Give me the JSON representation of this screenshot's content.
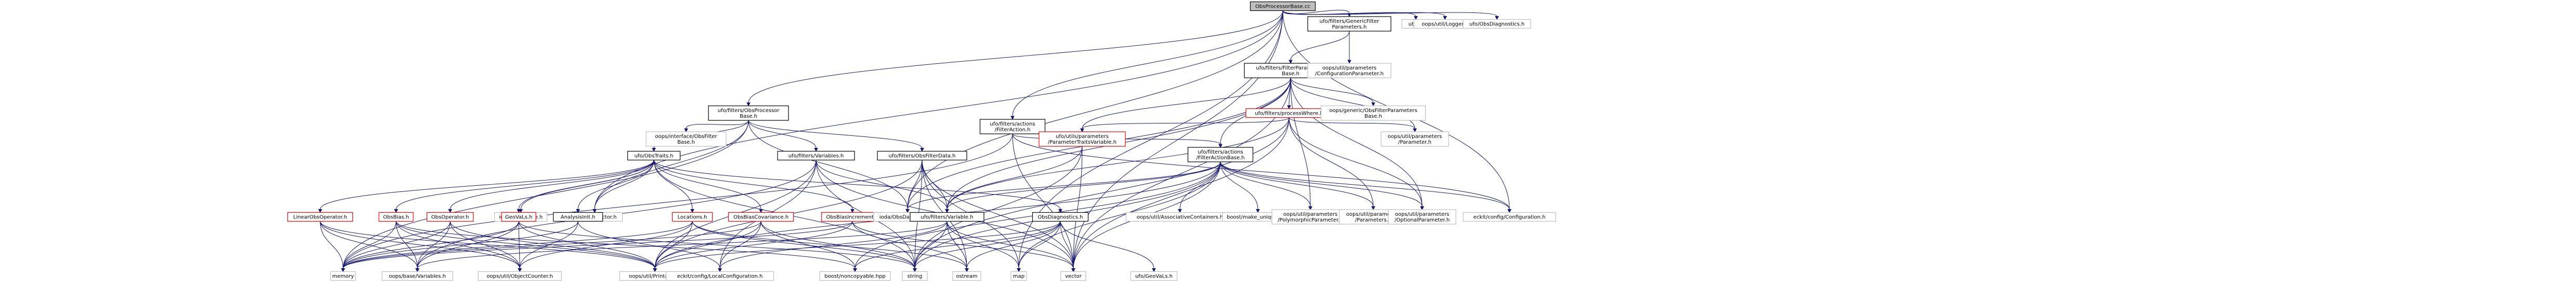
{
  "diagram": {
    "colors": {
      "edge": "#191970",
      "root_fill": "#bfbfbf",
      "root_border": "#000000",
      "normal_border": "#000000",
      "incomplete_border": "#ff0000",
      "external_border": "#bfbfbf",
      "text": "#000000"
    },
    "nodes": [
      {
        "id": "root",
        "kind": "root",
        "lines": [
          "ObsProcessorBase.cc"
        ]
      },
      {
        "id": "genericfilter",
        "kind": "normal",
        "lines": [
          "ufo/filters/GenericFilter",
          "Parameters.h"
        ]
      },
      {
        "id": "utility",
        "kind": "external",
        "lines": [
          "utility"
        ]
      },
      {
        "id": "logger",
        "kind": "external",
        "lines": [
          "oops/util/Logger.h"
        ]
      },
      {
        "id": "obsdiagnostics",
        "kind": "external",
        "lines": [
          "ufo/ObsDiagnostics.h"
        ]
      },
      {
        "id": "filterparams",
        "kind": "normal",
        "lines": [
          "ufo/filters/FilterParameters",
          "Base.h"
        ]
      },
      {
        "id": "configparam",
        "kind": "external",
        "lines": [
          "oops/util/parameters",
          "/ConfigurationParameter.h"
        ]
      },
      {
        "id": "processwhere",
        "kind": "incomplete",
        "lines": [
          "ufo/filters/processWhere.h"
        ]
      },
      {
        "id": "genericobsfilter",
        "kind": "external",
        "lines": [
          "oops/generic/ObsFilterParameters",
          "Base.h"
        ]
      },
      {
        "id": "obsprocbase",
        "kind": "normal",
        "lines": [
          "ufo/filters/ObsProcessor",
          "Base.h"
        ]
      },
      {
        "id": "filteraction",
        "kind": "normal",
        "lines": [
          "ufo/filters/actions",
          "/FilterAction.h"
        ]
      },
      {
        "id": "ifaceobsfilter",
        "kind": "external",
        "lines": [
          "oops/interface/ObsFilter",
          "Base.h"
        ]
      },
      {
        "id": "ptraitsvar",
        "kind": "incomplete",
        "lines": [
          "ufo/utils/parameters",
          "/ParameterTraitsVariable.h"
        ]
      },
      {
        "id": "utilparameter",
        "kind": "external",
        "lines": [
          "oops/util/parameters",
          "/Parameter.h"
        ]
      },
      {
        "id": "obstraits",
        "kind": "normal",
        "lines": [
          "ufo/ObsTraits.h"
        ]
      },
      {
        "id": "variables",
        "kind": "normal",
        "lines": [
          "ufo/filters/Variables.h"
        ]
      },
      {
        "id": "obsfilterdata",
        "kind": "normal",
        "lines": [
          "ufo/filters/ObsFilterData.h"
        ]
      },
      {
        "id": "filteractionbase",
        "kind": "normal",
        "lines": [
          "ufo/filters/actions",
          "/FilterActionBase.h"
        ]
      },
      {
        "id": "obsspace",
        "kind": "external",
        "lines": [
          "ioda/ObsSpace.h"
        ]
      },
      {
        "id": "iodaobsvector",
        "kind": "external",
        "lines": [
          "ioda/ObsVector.h"
        ]
      },
      {
        "id": "linearobsop",
        "kind": "incomplete",
        "lines": [
          "LinearObsOperator.h"
        ]
      },
      {
        "id": "obsbias",
        "kind": "incomplete",
        "lines": [
          "ObsBias.h"
        ]
      },
      {
        "id": "obsoperator",
        "kind": "incomplete",
        "lines": [
          "ObsOperator.h"
        ]
      },
      {
        "id": "geovals",
        "kind": "incomplete",
        "lines": [
          "GeoVaLs.h"
        ]
      },
      {
        "id": "analysisinit",
        "kind": "normal",
        "lines": [
          "AnalysisInit.h"
        ]
      },
      {
        "id": "locations",
        "kind": "incomplete",
        "lines": [
          "Locations.h"
        ]
      },
      {
        "id": "obsbiascov",
        "kind": "incomplete",
        "lines": [
          "ObsBiasCovariance.h"
        ]
      },
      {
        "id": "obsbiasincr",
        "kind": "incomplete",
        "lines": [
          "ObsBiasIncrement.h"
        ]
      },
      {
        "id": "obsdatavector",
        "kind": "external",
        "lines": [
          "ioda/ObsDataVector.h"
        ]
      },
      {
        "id": "filtersvariable",
        "kind": "normal",
        "lines": [
          "ufo/filters/Variable.h"
        ]
      },
      {
        "id": "obsdiag",
        "kind": "normal",
        "lines": [
          "ObsDiagnostics.h"
        ]
      },
      {
        "id": "assoccontainers",
        "kind": "external",
        "lines": [
          "oops/util/AssociativeContainers.h"
        ]
      },
      {
        "id": "makeunique",
        "kind": "external",
        "lines": [
          "boost/make_unique.hpp"
        ]
      },
      {
        "id": "polyparam",
        "kind": "external",
        "lines": [
          "oops/util/parameters",
          "/PolymorphicParameter.h"
        ]
      },
      {
        "id": "paramsh",
        "kind": "external",
        "lines": [
          "oops/util/parameters",
          "/Parameters.h"
        ]
      },
      {
        "id": "optparam",
        "kind": "external",
        "lines": [
          "oops/util/parameters",
          "/OptionalParameter.h"
        ]
      },
      {
        "id": "eckitconfig",
        "kind": "external",
        "lines": [
          "eckit/config/Configuration.h"
        ]
      },
      {
        "id": "memory",
        "kind": "external",
        "lines": [
          "memory"
        ]
      },
      {
        "id": "oopsvariables",
        "kind": "external",
        "lines": [
          "oops/base/Variables.h"
        ]
      },
      {
        "id": "objcounter",
        "kind": "external",
        "lines": [
          "oops/util/ObjectCounter.h"
        ]
      },
      {
        "id": "printable",
        "kind": "external",
        "lines": [
          "oops/util/Printable.h"
        ]
      },
      {
        "id": "localconfig",
        "kind": "external",
        "lines": [
          "eckit/config/LocalConfiguration.h"
        ]
      },
      {
        "id": "noncopyable",
        "kind": "external",
        "lines": [
          "boost/noncopyable.hpp"
        ]
      },
      {
        "id": "string",
        "kind": "external",
        "lines": [
          "string"
        ]
      },
      {
        "id": "ostream",
        "kind": "external",
        "lines": [
          "ostream"
        ]
      },
      {
        "id": "map",
        "kind": "external",
        "lines": [
          "map"
        ]
      },
      {
        "id": "vector",
        "kind": "external",
        "lines": [
          "vector"
        ]
      },
      {
        "id": "geovalsh",
        "kind": "external",
        "lines": [
          "ufo/GeoVaLs.h"
        ]
      }
    ]
  }
}
